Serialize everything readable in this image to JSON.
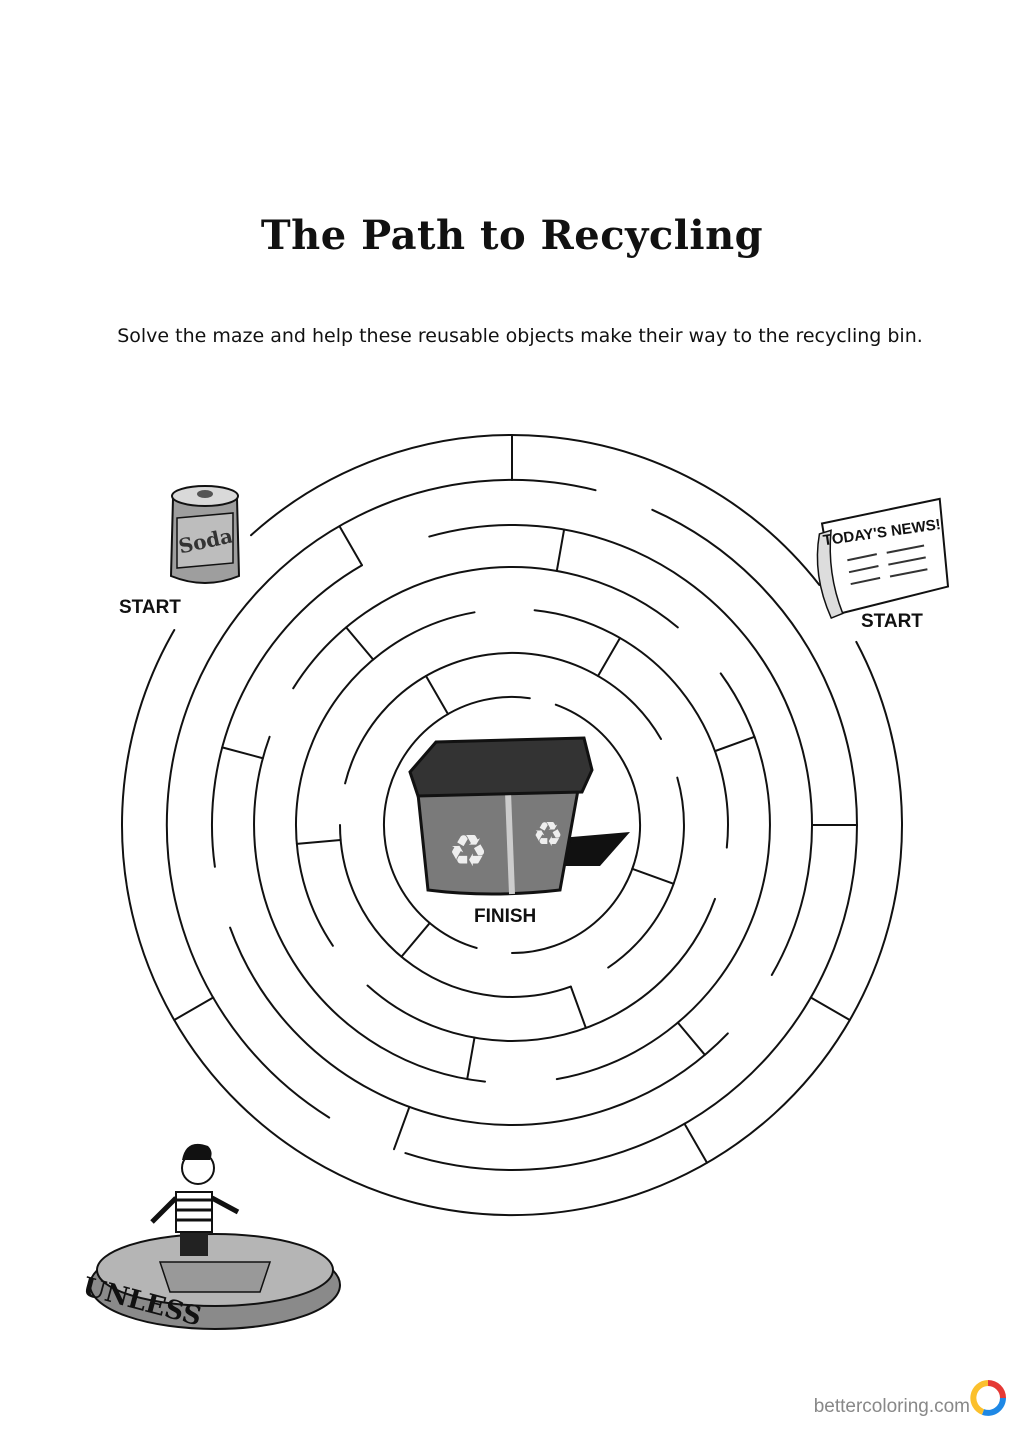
{
  "page": {
    "title": "The Path to Recycling",
    "instructions": "Solve the maze and help these reusable objects make their way to the recycling bin."
  },
  "maze": {
    "start_label_left": "START",
    "start_label_right": "START",
    "finish_label": "FINISH"
  },
  "illustrations": {
    "soda_can_text": "Soda",
    "newspaper_headline": "TODAY'S NEWS!",
    "stone_inscription": "UNLESS",
    "bin_symbol": "recycle-icon"
  },
  "footer": {
    "watermark": "bettercoloring.com",
    "logo_colors": [
      "#e53935",
      "#1e88e5",
      "#fbc02d"
    ]
  }
}
